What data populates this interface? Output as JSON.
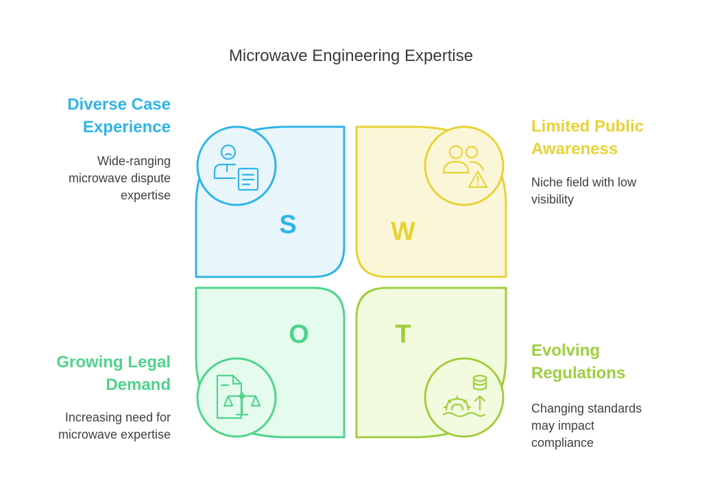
{
  "title": "Microwave Engineering Expertise",
  "quadrants": {
    "strengths": {
      "letter": "S",
      "heading_line1": "Diverse Case",
      "heading_line2": "Experience",
      "desc_line1": "Wide-ranging",
      "desc_line2": "microwave dispute",
      "desc_line3": "expertise",
      "icon": "expert-document-icon",
      "color": "#2fb4e6",
      "fill": "#e8f6fc"
    },
    "weaknesses": {
      "letter": "W",
      "heading_line1": "Limited Public",
      "heading_line2": "Awareness",
      "desc_line1": "Niche field with low",
      "desc_line2": "visibility",
      "icon": "people-warning-icon",
      "color": "#e7d335",
      "fill": "#fcf6d8"
    },
    "opportunities": {
      "letter": "O",
      "heading_line1": "Growing Legal",
      "heading_line2": "Demand",
      "desc_line1": "Increasing need for",
      "desc_line2": "microwave expertise",
      "icon": "legal-scales-document-icon",
      "color": "#4fd38c",
      "fill": "#e5fbee"
    },
    "threats": {
      "letter": "T",
      "heading_line1": "Evolving",
      "heading_line2": "Regulations",
      "desc_line1": "Changing standards",
      "desc_line2": "may impact",
      "desc_line3": "compliance",
      "icon": "gear-database-arrow-icon",
      "color": "#9fce3e",
      "fill": "#f3fbdf"
    }
  }
}
